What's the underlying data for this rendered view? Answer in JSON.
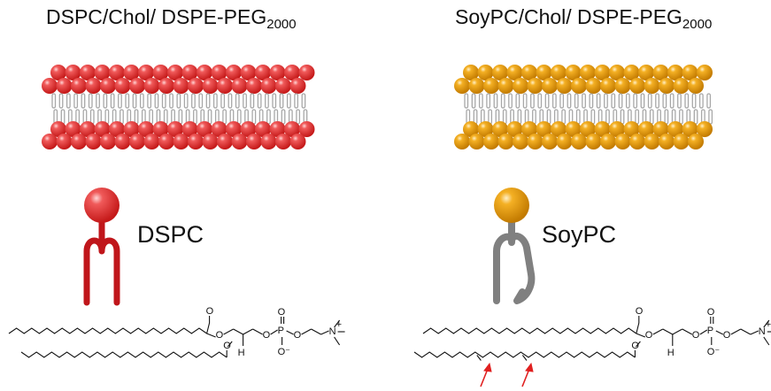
{
  "panels": {
    "left": {
      "title_main": "DSPC/Chol/  DSPE-PEG",
      "title_sub": "2000",
      "lipid_label": "DSPC"
    },
    "right": {
      "title_main": "SoyPC/Chol/  DSPE-PEG",
      "title_sub": "2000",
      "lipid_label": "SoyPC"
    }
  },
  "chem_labels": {
    "oxygen": "O",
    "phosphorus": "P",
    "nitrogen": "N",
    "plus": "+",
    "oxide": "O⁻",
    "hydrogen": "H"
  },
  "colors": {
    "dspc_head": "#e8393a",
    "dspc_tail": "#c0161b",
    "soypc_head": "#f0a010",
    "soypc_tail": "#808080",
    "chol_chain": "#a8a8a8",
    "arrow": "#e02020"
  },
  "icons": {
    "bilayer": "lipid-bilayer-icon",
    "molecule": "phospholipid-icon",
    "structure": "chemical-structure-icon",
    "arrow": "double-bond-arrow-icon"
  }
}
